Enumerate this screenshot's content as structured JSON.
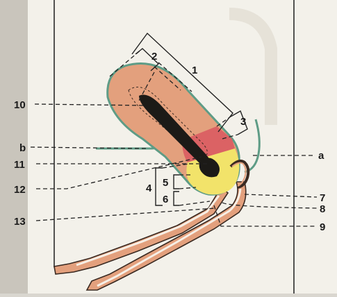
{
  "diagram": {
    "labels": {
      "n1": "1",
      "n2": "2",
      "n3": "3",
      "n4": "4",
      "n5": "5",
      "n6": "6",
      "n7": "7",
      "n8": "8",
      "n9": "9",
      "n10": "10",
      "n11": "11",
      "n12": "12",
      "n13": "13",
      "a": "a",
      "b": "b"
    }
  },
  "colors": {
    "page": "#f3f1ea",
    "margin": "#d9d6cf",
    "frame": "#2a2a2a",
    "organ_fill": "#e3a07d",
    "organ_outline": "#5e9c86",
    "lumen": "#1c1a17",
    "band_red": "#d9575f",
    "band_yellow": "#f2e36a",
    "tube_fill": "#e3a07d",
    "tube_outline": "#3a2a22"
  }
}
